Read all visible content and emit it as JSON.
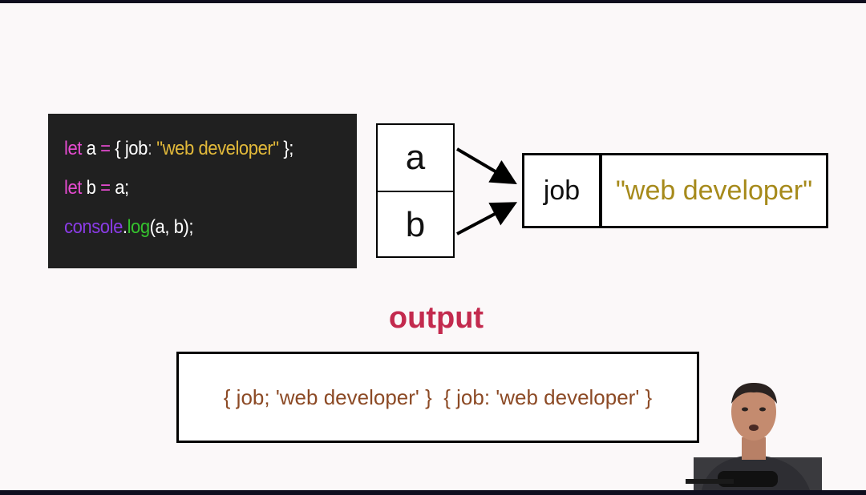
{
  "code": {
    "line1": {
      "kw": "let",
      "name": " a ",
      "op": "=",
      "open": " { ",
      "prop": "job",
      "colon": ": ",
      "str": "\"web developer\"",
      "close": " };"
    },
    "line2": {
      "kw": "let",
      "name": " b ",
      "op": "=",
      "rest": " a;"
    },
    "line3": {
      "obj": "console",
      "dot": ".",
      "fn": "log",
      "rest": "(a, b);"
    }
  },
  "diagram": {
    "var_a": "a",
    "var_b": "b",
    "key": "job",
    "value": "\"web developer\""
  },
  "output": {
    "title": "output",
    "text": "{ job; 'web developer' }  { job: 'web developer' }"
  },
  "colors": {
    "keyword": "#e64bd0",
    "string": "#e2b93a",
    "object": "#8a3be6",
    "function": "#35c22e",
    "output_title": "#c32a4e",
    "output_text": "#8c4a25",
    "value_text": "#a68a1b"
  }
}
